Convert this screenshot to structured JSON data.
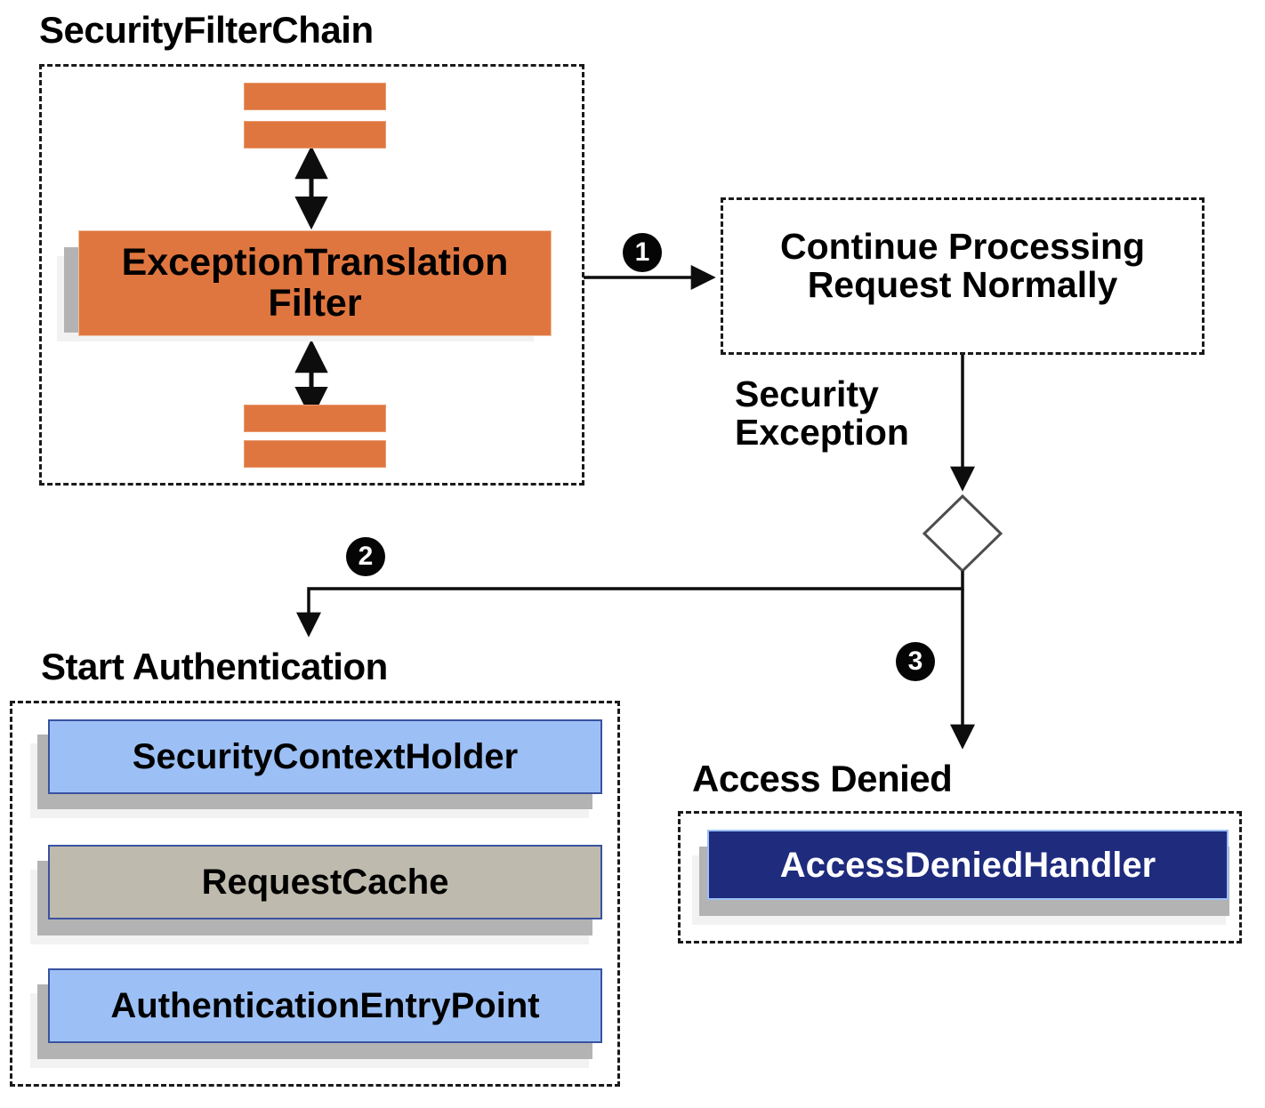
{
  "diagram": {
    "title": "Spring Security ExceptionTranslationFilter flow",
    "background_color": "#ffffff",
    "colors": {
      "filter_orange": "#e0763f",
      "component_blue": "#9cc0f5",
      "component_tan": "#bebaad",
      "handler_navy": "#1f2b7d",
      "border_blue": "#3a52a0",
      "shadow_gray": "#b3b3b3",
      "shadow_light": "#f2f2f2",
      "line_black": "#1a1a1a"
    }
  },
  "groups": {
    "security_filter_chain": {
      "caption": "SecurityFilterChain",
      "nodes": {
        "filter_bar_top_1": "",
        "filter_bar_top_2": "",
        "exception_translation_filter": "ExceptionTranslation\nFilter",
        "filter_bar_bottom_1": "",
        "filter_bar_bottom_2": ""
      }
    },
    "start_authentication": {
      "caption": "Start Authentication",
      "items": [
        {
          "label": "SecurityContextHolder",
          "style": "blue"
        },
        {
          "label": "RequestCache",
          "style": "tan"
        },
        {
          "label": "AuthenticationEntryPoint",
          "style": "blue"
        }
      ]
    },
    "access_denied": {
      "caption": "Access Denied",
      "items": [
        {
          "label": "AccessDeniedHandler",
          "style": "navy"
        }
      ]
    }
  },
  "flow": {
    "continue_processing": {
      "label": "Continue Processing\nRequest Normally"
    },
    "security_exception_label": "Security\nException",
    "decision_node": {
      "name": "decision-diamond",
      "label": ""
    },
    "steps": [
      {
        "number": "①",
        "value": "1",
        "name": "step-1-badge"
      },
      {
        "number": "②",
        "value": "2",
        "name": "step-2-badge"
      },
      {
        "number": "③",
        "value": "3",
        "name": "step-3-badge"
      }
    ]
  }
}
